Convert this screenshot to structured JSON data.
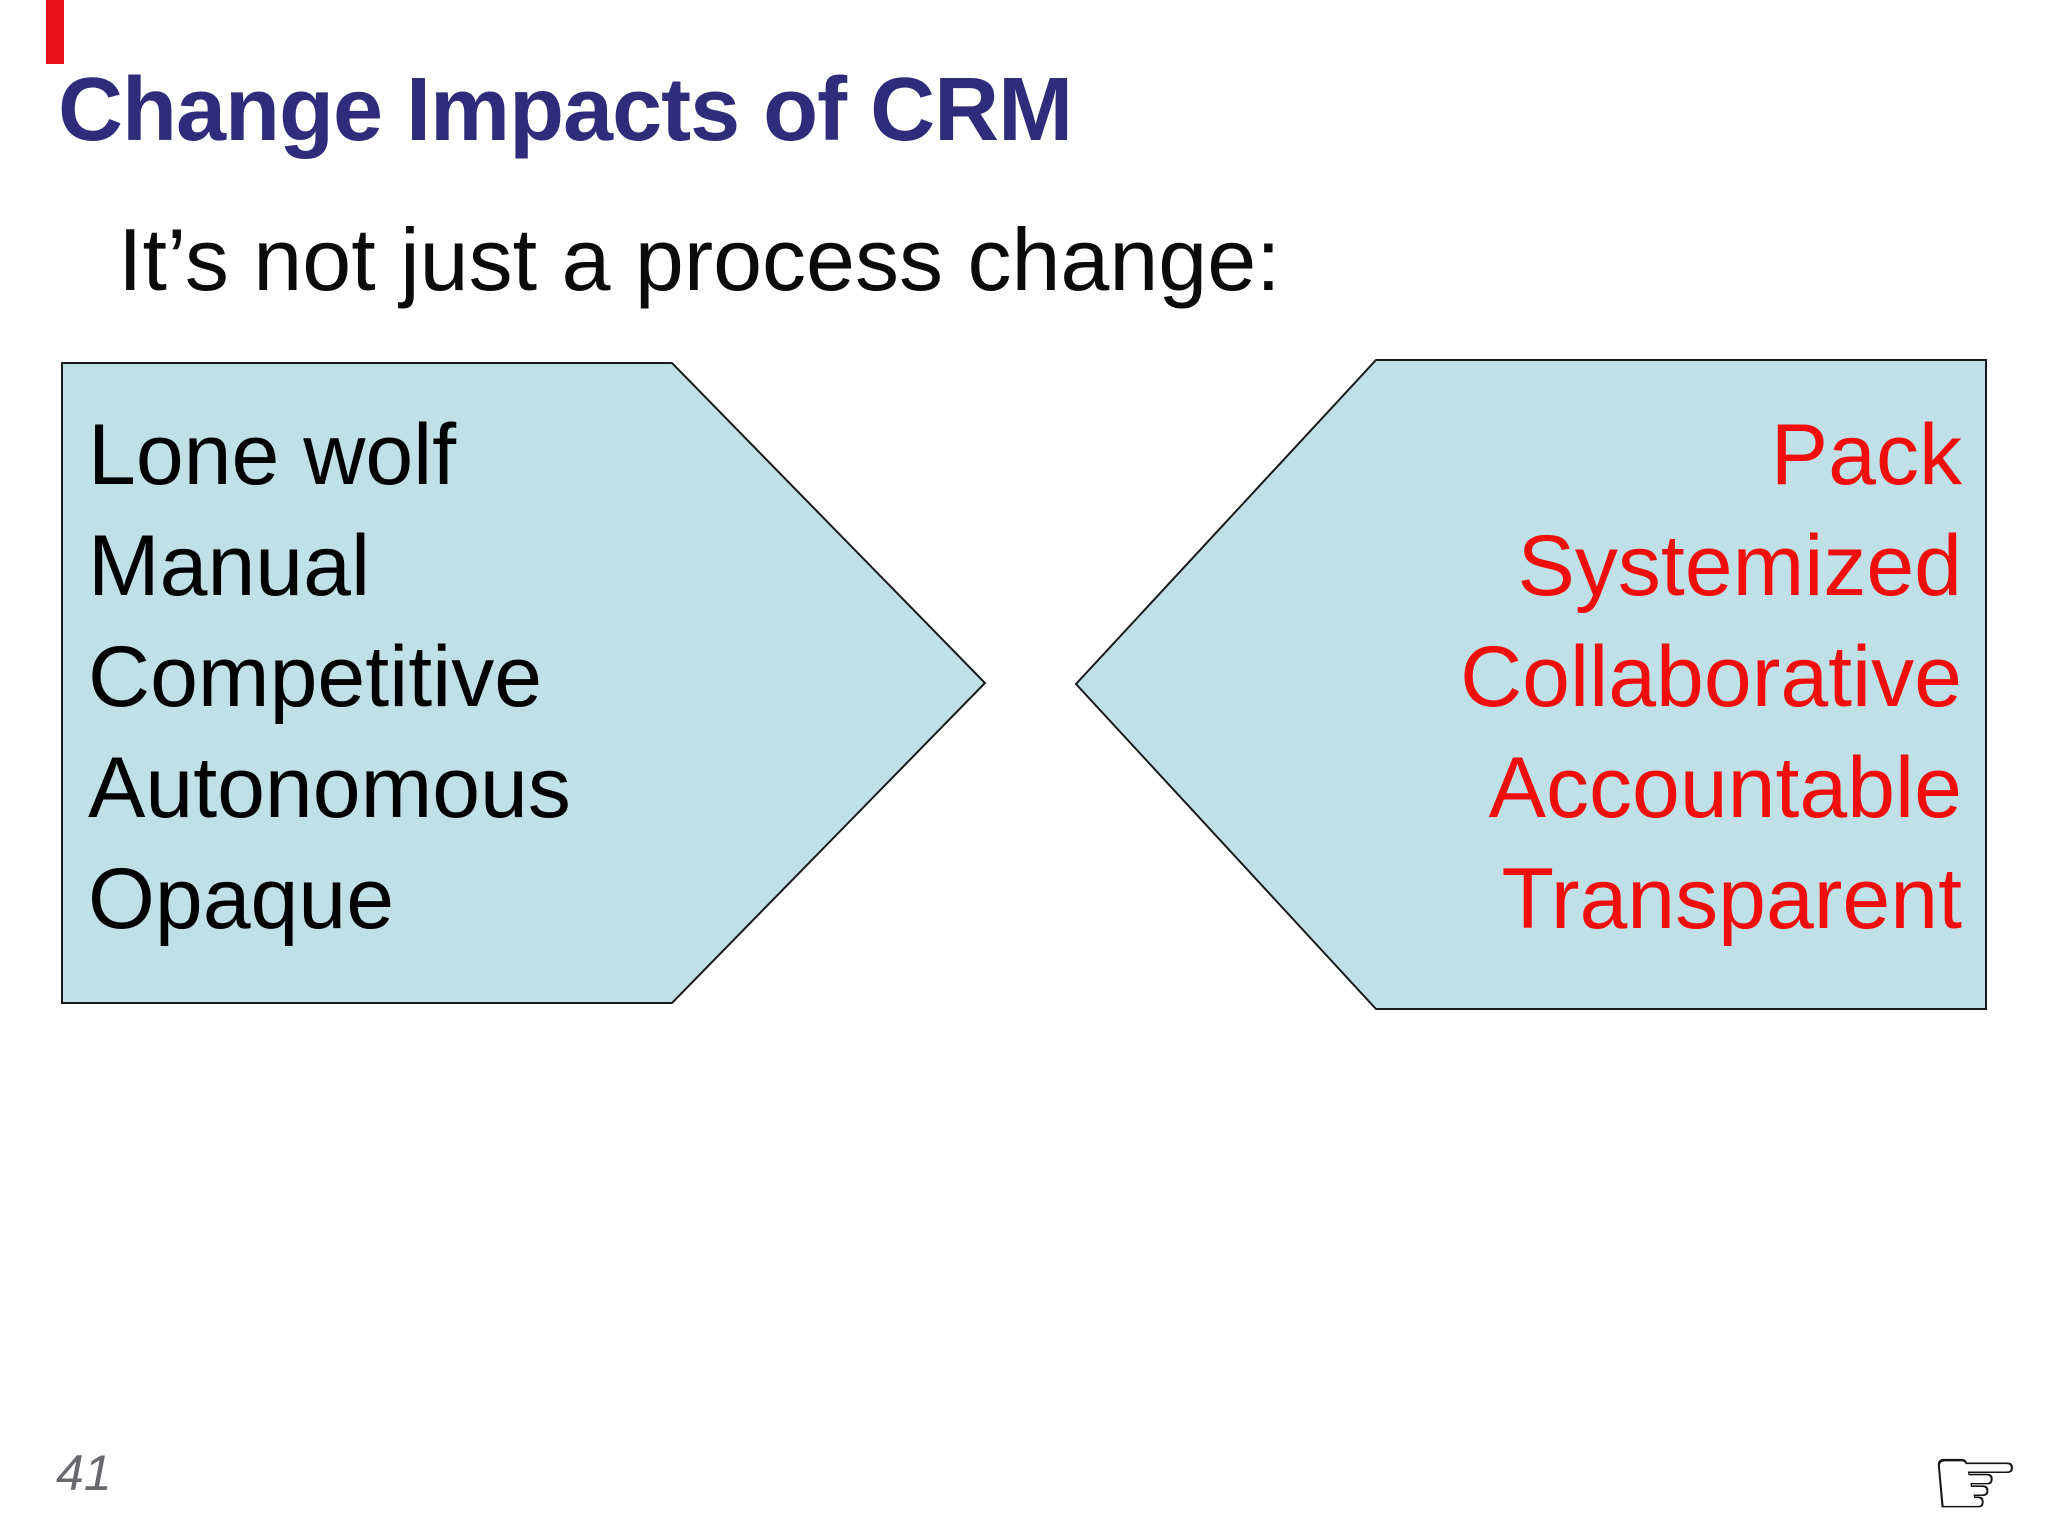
{
  "slide": {
    "title": "Change Impacts of CRM",
    "subtitle": "It’s not just a process change:",
    "left_shape": {
      "items": [
        "Lone wolf",
        "Manual",
        "Competitive",
        "Autonomous",
        "Opaque"
      ],
      "text_color": "#000000"
    },
    "right_shape": {
      "items": [
        "Pack",
        "Systemized",
        "Collaborative",
        "Accountable",
        "Transparent"
      ],
      "text_color": "#f20d0d"
    },
    "footer": {
      "page_number": "41",
      "hand_icon_glyph": "☞"
    },
    "colors": {
      "title_text": "#2f2d7b",
      "accent_bar": "#e8121c",
      "shape_fill": "#bfe0e6",
      "shape_border": "#1a1a1a",
      "subtitle_text": "#0b0b0b",
      "page_number_text": "#68686c"
    }
  }
}
